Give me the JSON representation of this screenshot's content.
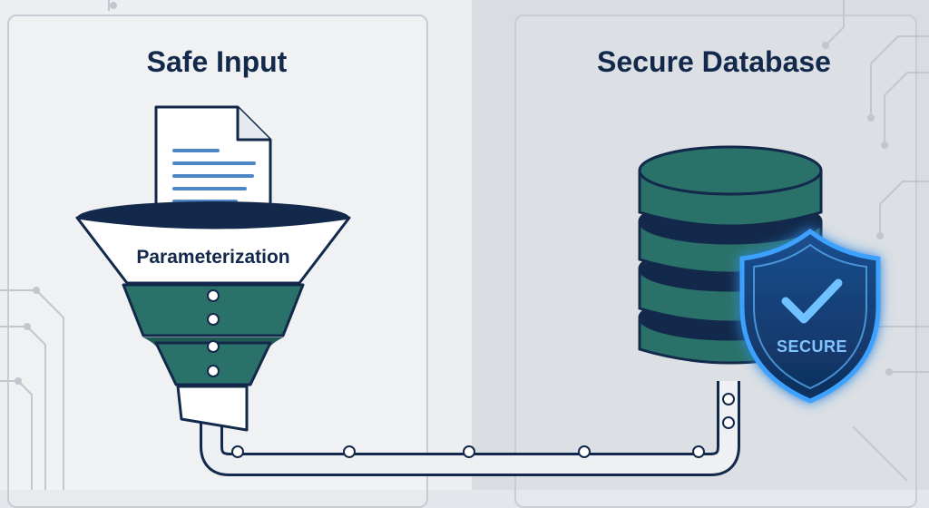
{
  "left_panel": {
    "title": "Safe Input"
  },
  "right_panel": {
    "title": "Secure Database"
  },
  "funnel": {
    "label": "Parameterization"
  },
  "shield": {
    "label": "SECURE",
    "glow_color": "#3da2ff"
  },
  "colors": {
    "navy": "#13294b",
    "teal": "#2a7169",
    "teal_dark": "#1e5a53",
    "document_lines": "#4f86c6",
    "background_left": "#eceef1",
    "background_right": "#d9dce0"
  },
  "icons": [
    "document-icon",
    "funnel-icon",
    "database-icon",
    "shield-check-icon",
    "circuit-trace-icon"
  ]
}
